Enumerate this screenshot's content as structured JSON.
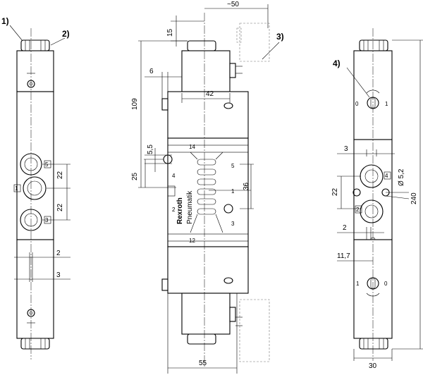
{
  "callouts": {
    "c1": "1)",
    "c2": "2)",
    "c3": "3)",
    "c4": "4)"
  },
  "dimensions": {
    "approx50": "~50",
    "d15": "15",
    "d109": "109",
    "d6": "6",
    "d42": "42",
    "d5_5": "5,5",
    "d25": "25",
    "d36": "36",
    "d55": "55",
    "d22a": "22",
    "d22b": "22",
    "d2_left": "2",
    "d3_left": "3",
    "d3_right": "3",
    "d22_right": "22",
    "d5_2": "Ø 5,2",
    "d240": "240",
    "d2_right": "2",
    "d11_7": "11,7",
    "d30": "30"
  },
  "ports": {
    "p1": "1",
    "p2": "2",
    "p3": "3",
    "p4": "4",
    "p5": "5",
    "p12": "12",
    "p14": "14",
    "switch_0": "0",
    "switch_1": "1"
  },
  "brand": {
    "rexroth": "Rexroth",
    "pneumatik": "Pneumatik"
  }
}
